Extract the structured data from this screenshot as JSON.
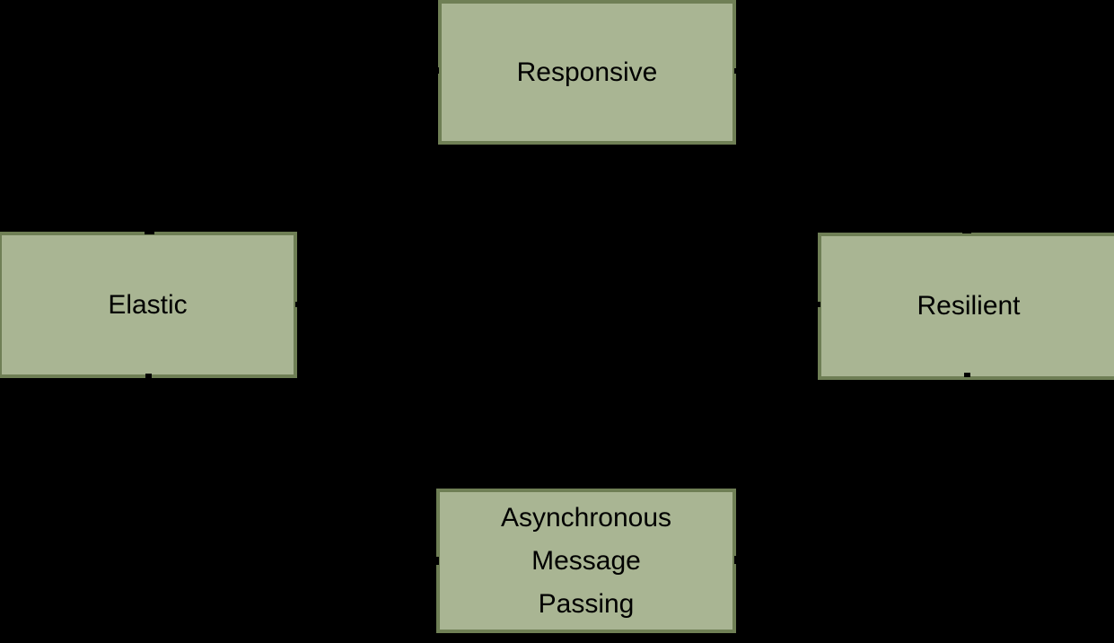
{
  "colors": {
    "background": "#000000",
    "node_fill": "#a9b593",
    "node_border": "#6f7f55",
    "node_text": "#000000",
    "connector": "#000000"
  },
  "diagram": {
    "type": "block-diagram",
    "nodes": [
      {
        "id": "responsive",
        "label": "Responsive",
        "position": "top-center"
      },
      {
        "id": "elastic",
        "label": "Elastic",
        "position": "middle-left"
      },
      {
        "id": "resilient",
        "label": "Resilient",
        "position": "middle-right"
      },
      {
        "id": "asynchronous-message-passing",
        "label": "Asynchronous\nMessage\nPassing",
        "position": "bottom-center"
      }
    ],
    "connector_stubs": [
      {
        "node": "responsive",
        "edge": "left"
      },
      {
        "node": "responsive",
        "edge": "right"
      },
      {
        "node": "elastic",
        "edge": "top"
      },
      {
        "node": "elastic",
        "edge": "bottom"
      },
      {
        "node": "elastic",
        "edge": "right"
      },
      {
        "node": "resilient",
        "edge": "top"
      },
      {
        "node": "resilient",
        "edge": "bottom"
      },
      {
        "node": "resilient",
        "edge": "left"
      },
      {
        "node": "asynchronous-message-passing",
        "edge": "left"
      },
      {
        "node": "asynchronous-message-passing",
        "edge": "right"
      }
    ]
  }
}
